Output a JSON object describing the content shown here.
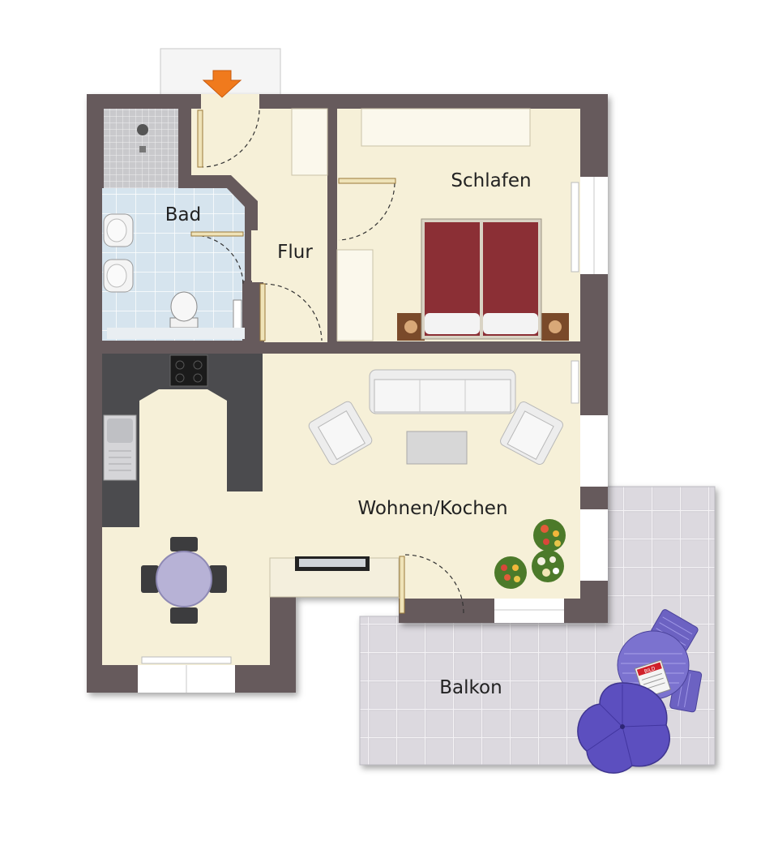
{
  "rooms": {
    "bad": "Bad",
    "flur": "Flur",
    "schlafen": "Schlafen",
    "wohnen": "Wohnen/Kochen",
    "balkon": "Balkon"
  },
  "icons": {
    "entrance": "entrance-arrow-icon"
  },
  "newspaper_text": "BILD",
  "colors": {
    "wall": "#665a5c",
    "floor": "#f6f0d8",
    "bath_tile": "#d6e4ee",
    "balcony_tile": "#d8d6dc",
    "kitchen_counter": "#4b4b4e",
    "bed": "#8b2f35",
    "furniture": "#ededed",
    "balcony_furniture": "#6c62c2",
    "entrance_arrow": "#f07a1d"
  }
}
